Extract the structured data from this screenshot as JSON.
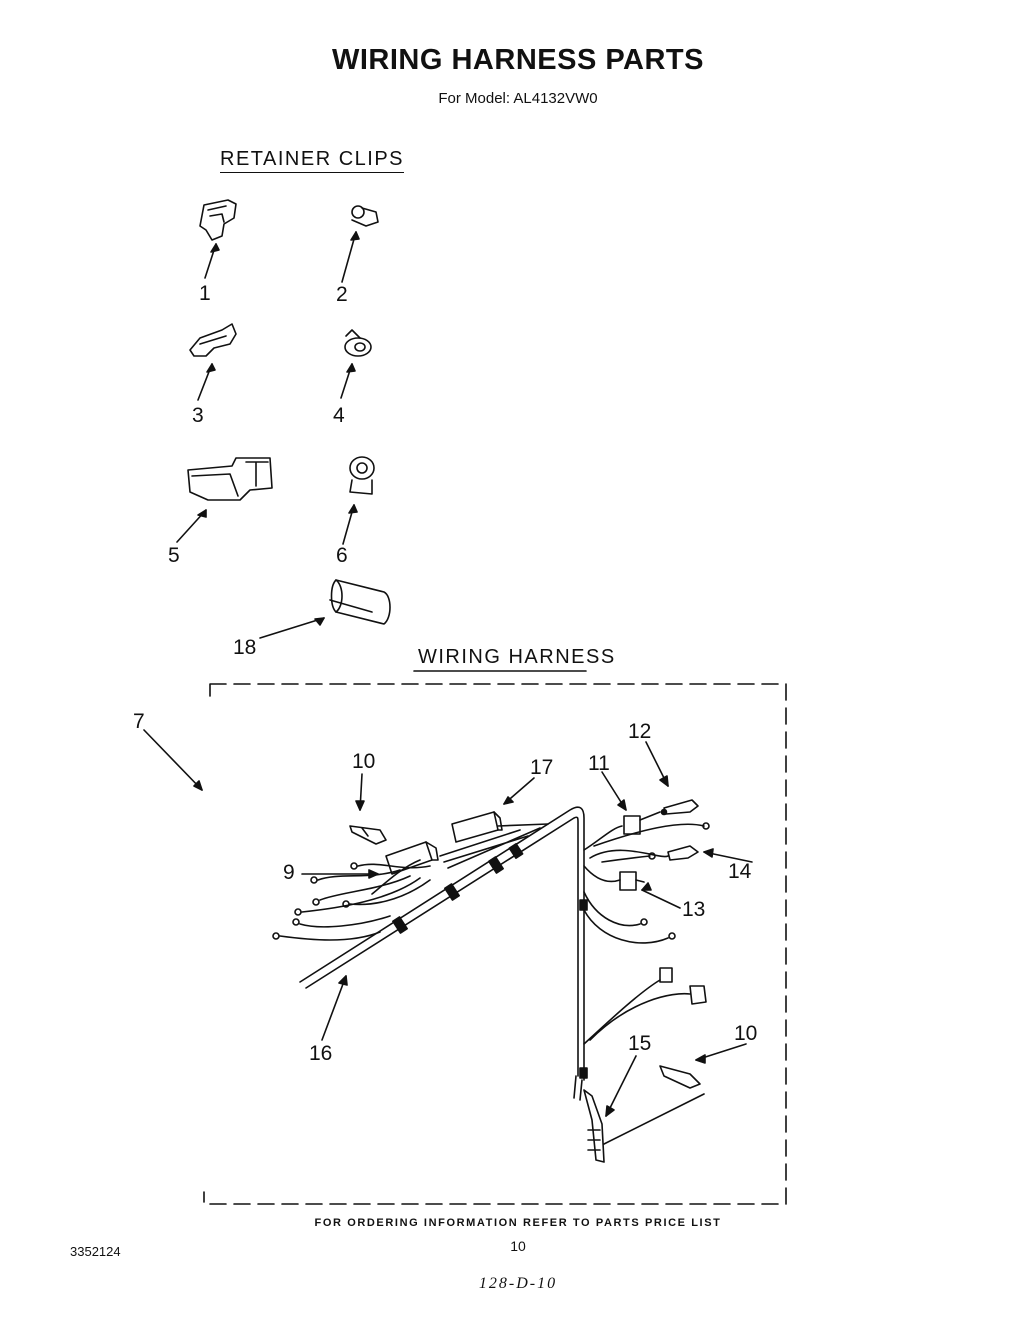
{
  "header": {
    "title": "WIRING HARNESS PARTS",
    "model_line": "For Model: AL4132VW0"
  },
  "sections": {
    "retainer_clips": "RETAINER CLIPS",
    "wiring_harness": "WIRING HARNESS"
  },
  "callouts": {
    "c1": "1",
    "c2": "2",
    "c3": "3",
    "c4": "4",
    "c5": "5",
    "c6": "6",
    "c7": "7",
    "c9": "9",
    "c10a": "10",
    "c10b": "10",
    "c11": "11",
    "c12": "12",
    "c13": "13",
    "c14": "14",
    "c15": "15",
    "c16": "16",
    "c17": "17",
    "c18": "18"
  },
  "footer": {
    "ordering_note": "FOR ORDERING INFORMATION REFER TO PARTS PRICE LIST",
    "page_number": "10",
    "doc_number": "3352124",
    "handwritten": "128-D-10"
  }
}
